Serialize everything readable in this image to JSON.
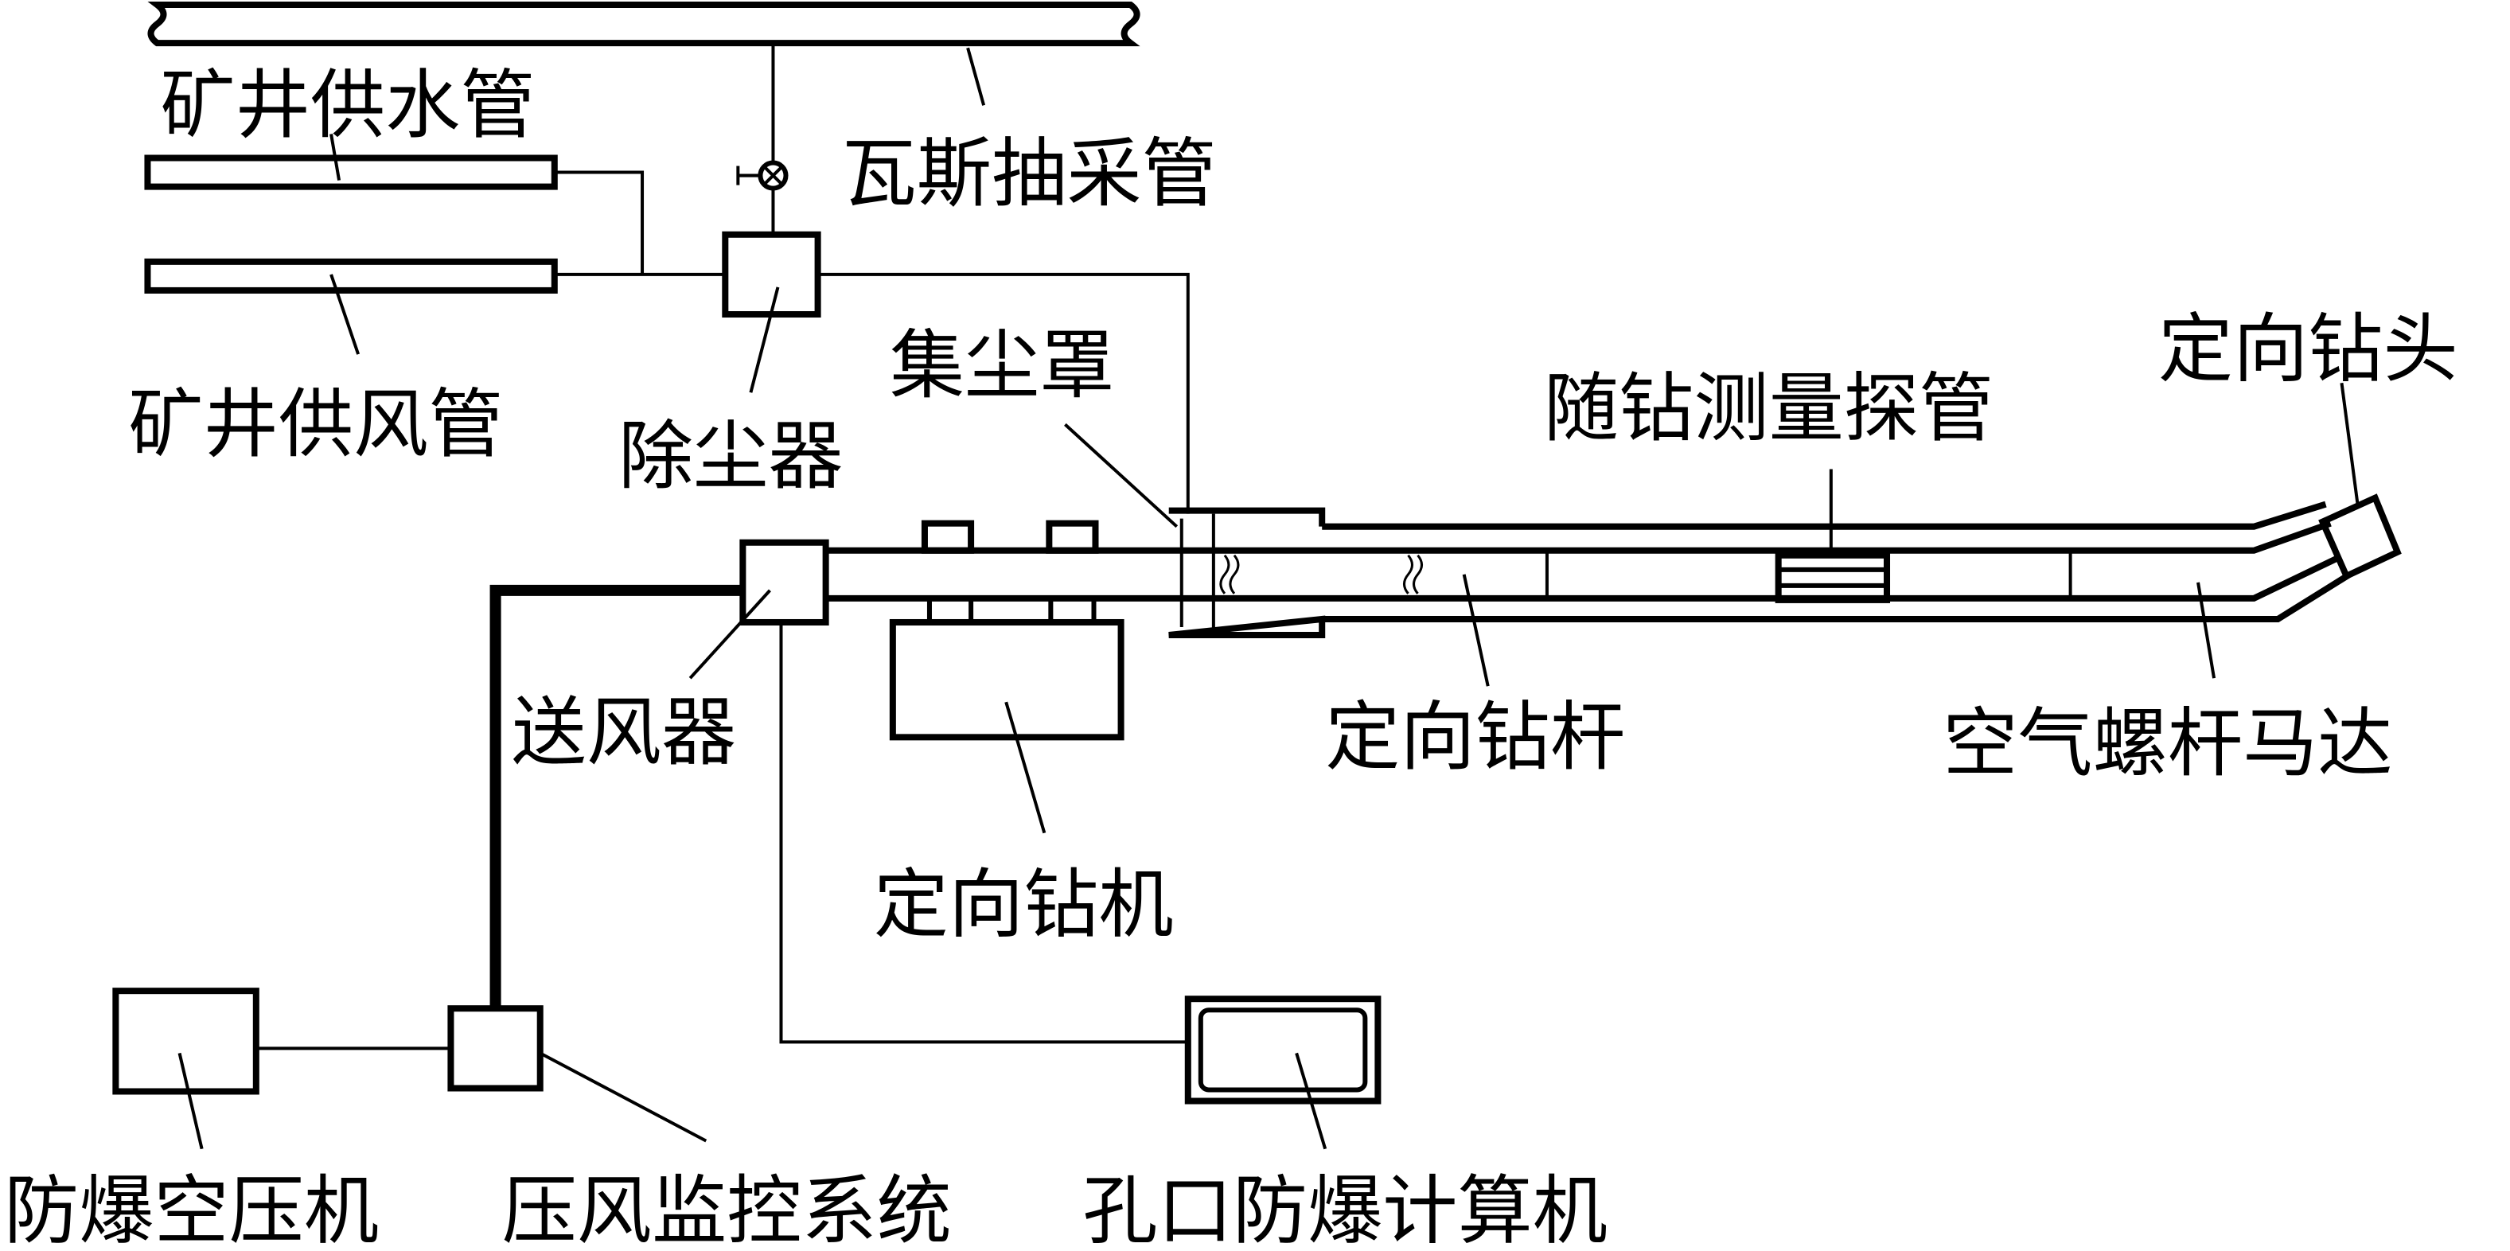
{
  "labels": {
    "gas_pipe": "瓦斯抽采管",
    "water_pipe": "矿井供水管",
    "air_pipe": "矿井供风管",
    "dust_remover": "除尘器",
    "dust_hood": "集尘罩",
    "mwd_probe": "随钻测量探管",
    "drill_bit": "定向钻头",
    "blower": "送风器",
    "drill_rod": "定向钻杆",
    "air_screw_motor": "空气螺杆马达",
    "drill_rig": "定向钻机",
    "air_compressor": "防爆空压机",
    "air_monitor": "压风监控系统",
    "computer": "孔口防爆计算机"
  }
}
